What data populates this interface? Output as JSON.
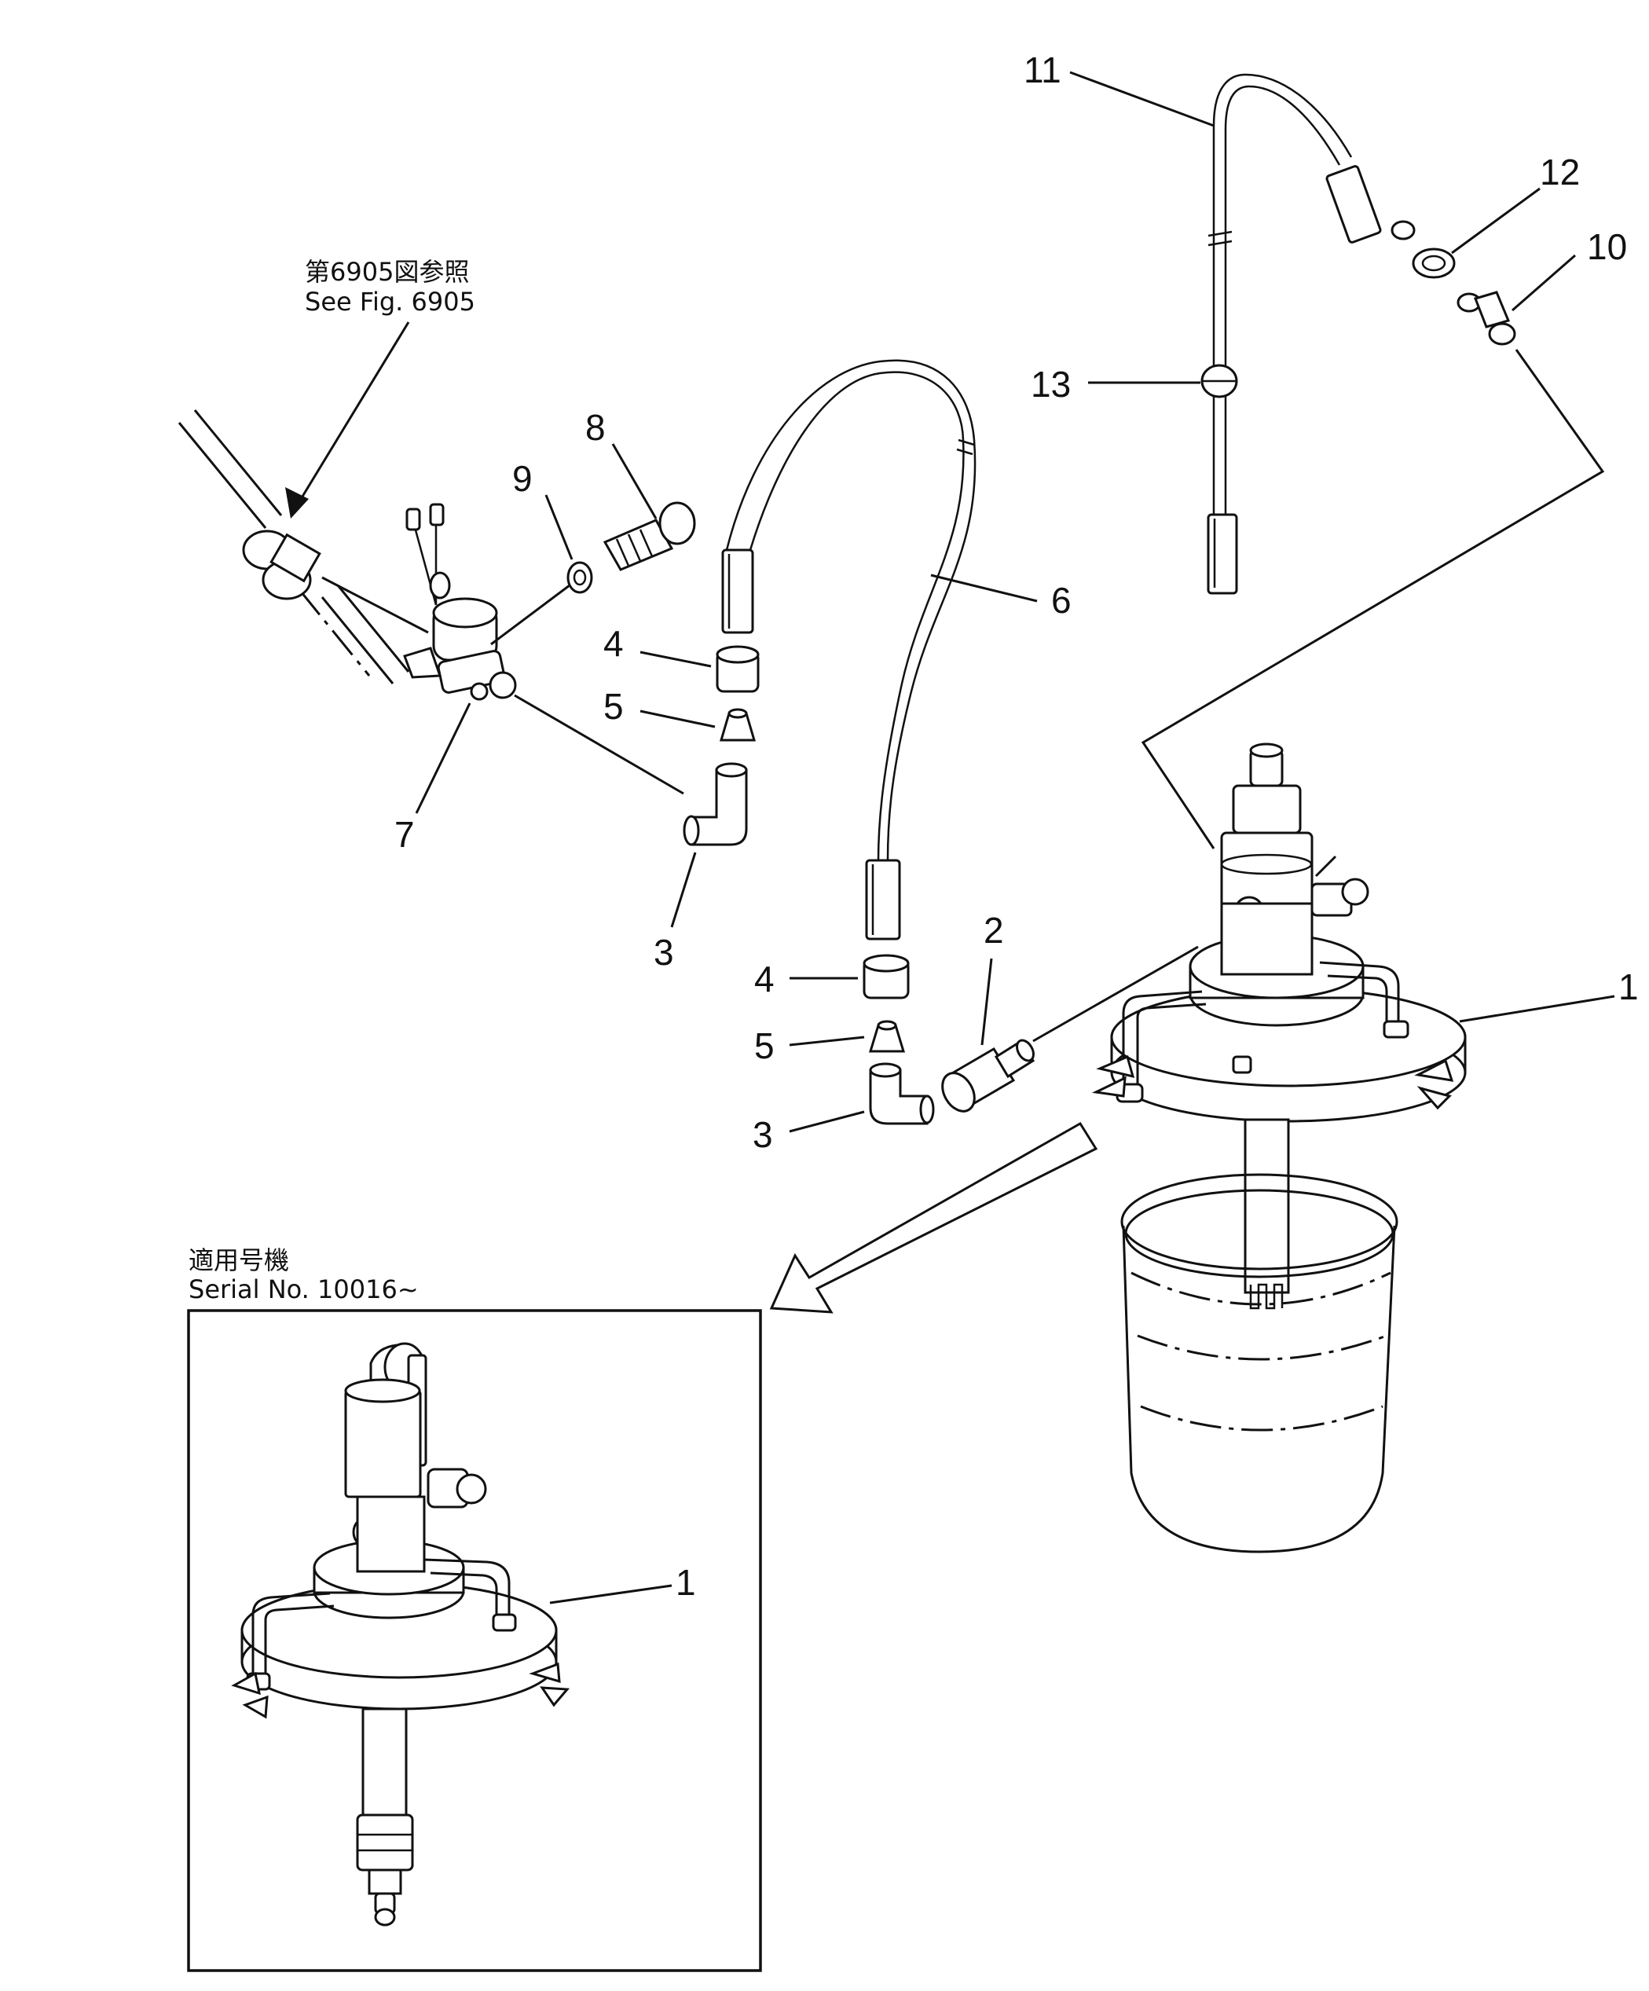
{
  "notes": {
    "ref_jp": "第6905図参照",
    "ref_en": "See Fig. 6905",
    "serial_jp": "適用号機",
    "serial_en": "Serial No. 10016~"
  },
  "callouts": {
    "c1_main": "1",
    "c1_inset": "1",
    "c2": "2",
    "c3_upper": "3",
    "c3_lower": "3",
    "c4_upper": "4",
    "c4_lower": "4",
    "c5_upper": "5",
    "c5_lower": "5",
    "c6": "6",
    "c7": "7",
    "c8": "8",
    "c9": "9",
    "c10": "10",
    "c11": "11",
    "c12": "12",
    "c13": "13"
  }
}
